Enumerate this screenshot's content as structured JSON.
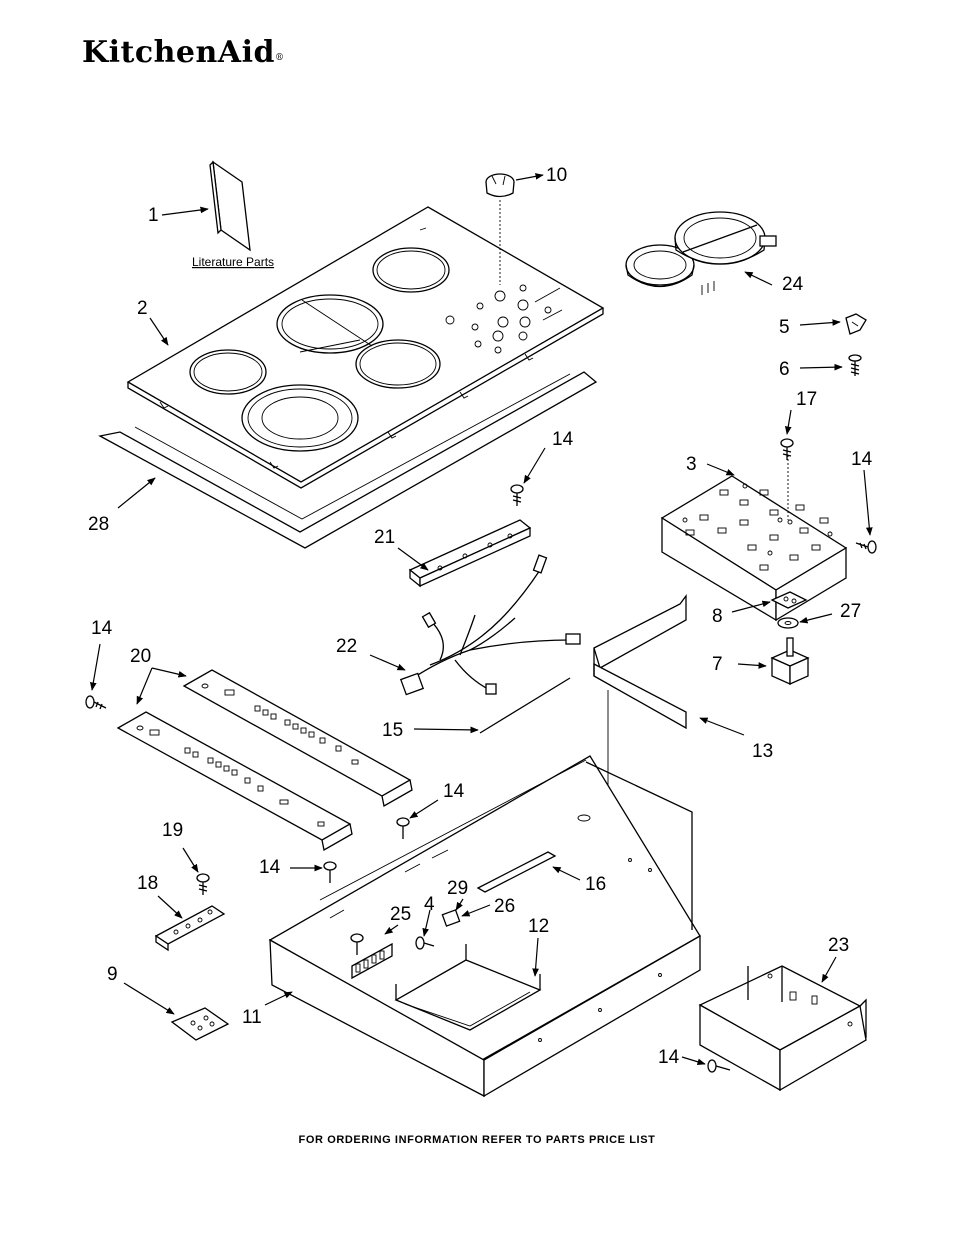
{
  "brand": {
    "name": "KitchenAid",
    "mark": "®"
  },
  "footer": "FOR ORDERING INFORMATION REFER TO PARTS PRICE LIST",
  "literature_caption": "Literature Parts",
  "callouts": [
    {
      "id": "c1",
      "text": "1"
    },
    {
      "id": "c2",
      "text": "2"
    },
    {
      "id": "c3",
      "text": "3"
    },
    {
      "id": "c4",
      "text": "4"
    },
    {
      "id": "c5",
      "text": "5"
    },
    {
      "id": "c6",
      "text": "6"
    },
    {
      "id": "c7",
      "text": "7"
    },
    {
      "id": "c8",
      "text": "8"
    },
    {
      "id": "c9",
      "text": "9"
    },
    {
      "id": "c10",
      "text": "10"
    },
    {
      "id": "c11",
      "text": "11"
    },
    {
      "id": "c12",
      "text": "12"
    },
    {
      "id": "c13",
      "text": "13"
    },
    {
      "id": "c14a",
      "text": "14"
    },
    {
      "id": "c14b",
      "text": "14"
    },
    {
      "id": "c14c",
      "text": "14"
    },
    {
      "id": "c14d",
      "text": "14"
    },
    {
      "id": "c14e",
      "text": "14"
    },
    {
      "id": "c14f",
      "text": "14"
    },
    {
      "id": "c15",
      "text": "15"
    },
    {
      "id": "c16",
      "text": "16"
    },
    {
      "id": "c17",
      "text": "17"
    },
    {
      "id": "c18",
      "text": "18"
    },
    {
      "id": "c19",
      "text": "19"
    },
    {
      "id": "c20",
      "text": "20"
    },
    {
      "id": "c21",
      "text": "21"
    },
    {
      "id": "c22",
      "text": "22"
    },
    {
      "id": "c23",
      "text": "23"
    },
    {
      "id": "c24",
      "text": "24"
    },
    {
      "id": "c25",
      "text": "25"
    },
    {
      "id": "c26",
      "text": "26"
    },
    {
      "id": "c27",
      "text": "27"
    },
    {
      "id": "c28",
      "text": "28"
    },
    {
      "id": "c29",
      "text": "29"
    }
  ]
}
